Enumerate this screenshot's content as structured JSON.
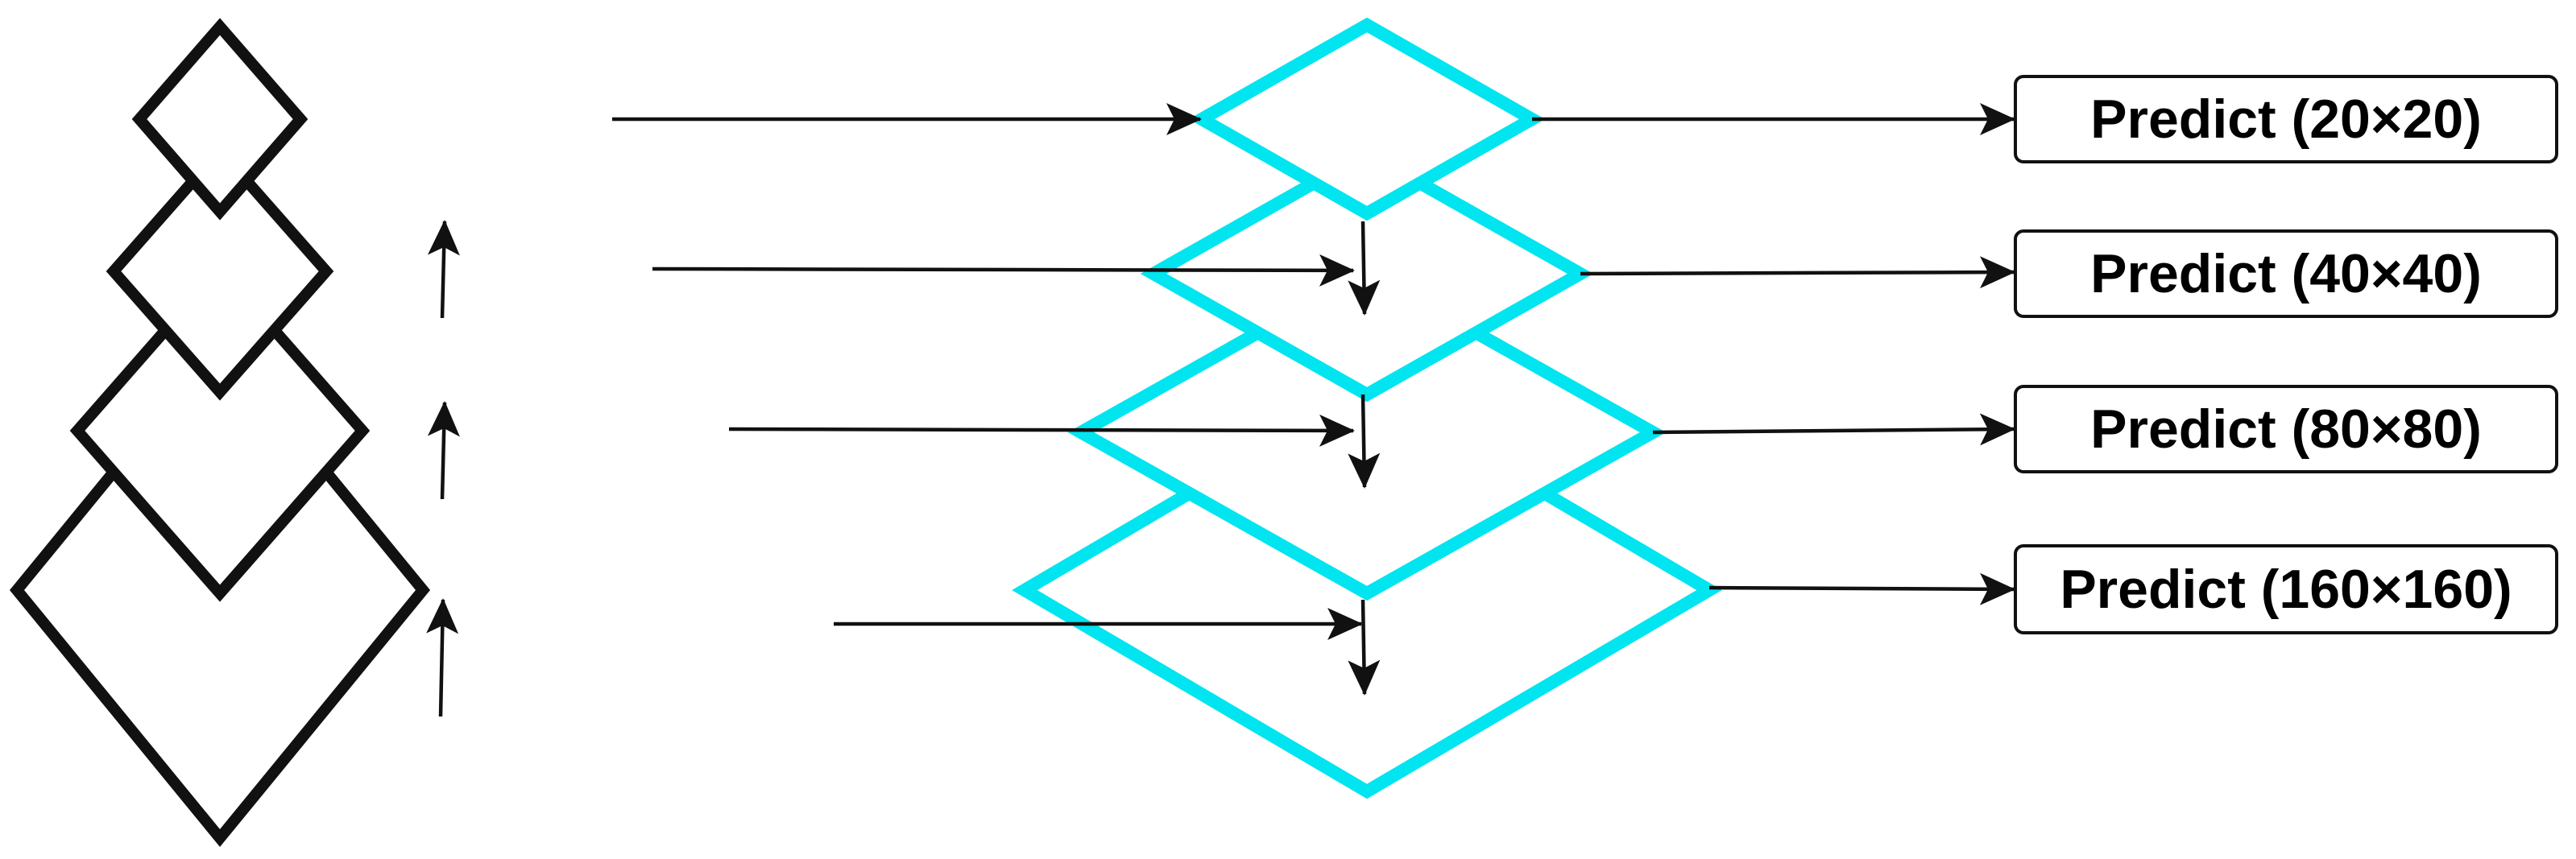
{
  "diagram": {
    "colors": {
      "backbone_stroke": "#111111",
      "neck_stroke": "#00e5f0",
      "arrow_stroke": "#111111",
      "box_border": "#111111",
      "text": "#000000"
    },
    "backbone_levels": [
      "feature-map-1",
      "feature-map-2",
      "feature-map-3",
      "feature-map-4"
    ],
    "neck_levels": [
      "fused-map-1",
      "fused-map-2",
      "fused-map-3",
      "fused-map-4"
    ],
    "predict_boxes": [
      {
        "label": "Predict (20×20)"
      },
      {
        "label": "Predict (40×40)"
      },
      {
        "label": "Predict (80×80)"
      },
      {
        "label": "Predict (160×160)"
      }
    ]
  }
}
